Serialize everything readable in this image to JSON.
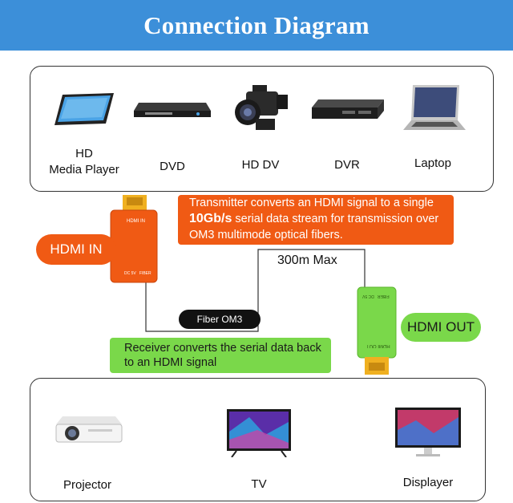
{
  "header": {
    "title": "Connection Diagram"
  },
  "sources": [
    {
      "label": "HD\nMedia Player",
      "icon": "tablet-icon"
    },
    {
      "label": "DVD",
      "icon": "dvd-player-icon"
    },
    {
      "label": "HD DV",
      "icon": "camcorder-icon"
    },
    {
      "label": "DVR",
      "icon": "dvr-icon"
    },
    {
      "label": "Laptop",
      "icon": "laptop-icon"
    }
  ],
  "transmitter": {
    "callout_line1": "Transmitter converts an HDMI signal to a single",
    "callout_speed": "10Gb/s",
    "callout_line2_rest": " serial data stream for transmission over",
    "callout_line3": "OM3 multimode optical fibers.",
    "pill": "HDMI IN",
    "device_top_label": "HDMI IN",
    "device_bottom_label": "DC 5V   FIBER",
    "color": "#f05a14"
  },
  "cable": {
    "fiber_label": "Fiber OM3",
    "max_label": "300m Max"
  },
  "receiver": {
    "callout_line1": "Receiver converts the serial data back",
    "callout_line2": "to an HDMI signal",
    "pill": "HDMI OUT",
    "device_top_label": "FIBER   DC 5V",
    "device_bottom_label": "HDMI OUT",
    "color": "#7ad84a"
  },
  "displays": [
    {
      "label": "Projector",
      "icon": "projector-icon"
    },
    {
      "label": "TV",
      "icon": "tv-icon"
    },
    {
      "label": "Displayer",
      "icon": "monitor-icon"
    }
  ],
  "colors": {
    "header": "#3c8fd9",
    "accent_orange": "#f05a14",
    "accent_green": "#7ad84a"
  }
}
